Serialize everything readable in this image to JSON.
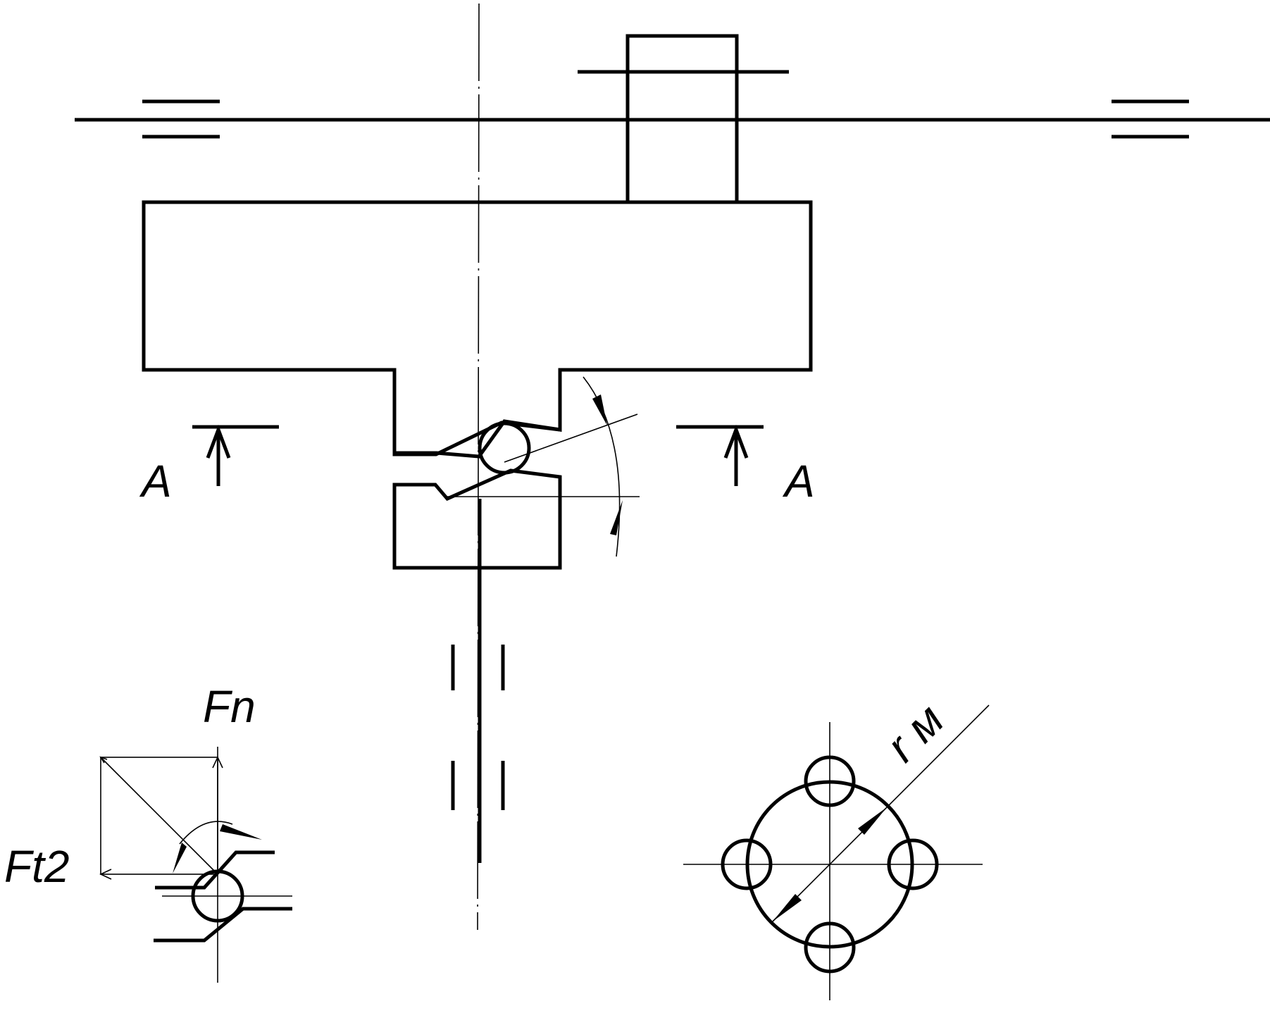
{
  "labels": {
    "section_left": "A",
    "section_right": "A",
    "force_normal": "Fn",
    "force_tangential": "Ft2",
    "radius": "r м"
  },
  "colors": {
    "stroke": "#000000",
    "background": "#ffffff"
  }
}
